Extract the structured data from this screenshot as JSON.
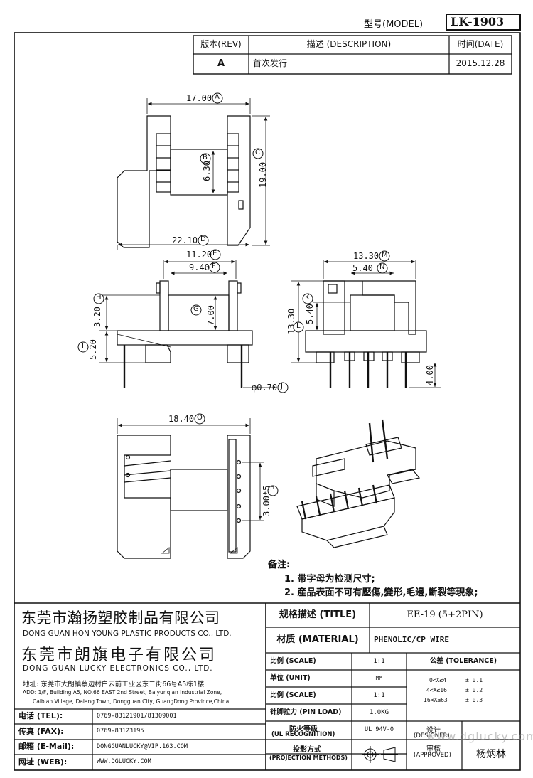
{
  "header": {
    "model_label": "型号(MODEL)",
    "model_value": "LK-1903"
  },
  "revision_table": {
    "col_rev": "版本(REV)",
    "col_desc": "描述 (DESCRIPTION)",
    "col_date": "时间(DATE)",
    "row": {
      "rev": "A",
      "desc": "首次发行",
      "date": "2015.12.28"
    }
  },
  "dimensions": {
    "A": "17.00",
    "B": "6.30",
    "C": "19.00",
    "D": "22.10",
    "E": "11.20",
    "F": "9.40",
    "G": "7.00",
    "H": "3.20",
    "I": "5.20",
    "J": "φ0.70",
    "K": "13.30",
    "L": "5.40",
    "M": "13.30",
    "N": "5.40",
    "O": "18.40",
    "P": "3.00*5",
    "pin_len": "4.00"
  },
  "dimension_letters": [
    "A",
    "B",
    "C",
    "D",
    "E",
    "F",
    "G",
    "H",
    "I",
    "J",
    "K",
    "L",
    "M",
    "N",
    "O",
    "P"
  ],
  "notes": {
    "title": "备注:",
    "line1": "1. 带字母为检测尺寸;",
    "line2": "2. 産品表面不可有壓傷,變形,毛邊,斷裂等現象;"
  },
  "company": {
    "name1_cn": "东莞市瀚扬塑胶制品有限公司",
    "name1_en": "DONG GUAN HON YOUNG PLASTIC PRODUCTS CO., LTD.",
    "name2_cn": "东莞市朗旗电子有限公司",
    "name2_en": "DONG GUAN LUCKY ELECTRONICS CO., LTD.",
    "address_cn": "地址: 东莞市大朗镇蔡边村白云前工业区东二街66号A5栋1楼",
    "address_en1": "ADD: 1/F, Building A5, NO.66 EAST 2nd Street, Baiyunqian Industrial Zone,",
    "address_en2": "Caibian Village, Dalang Town, Dongguan City, GuangDong Province,China"
  },
  "contacts": [
    {
      "label": "电话 (TEL):",
      "value": "0769-83121901/81309001"
    },
    {
      "label": "传真 (FAX):",
      "value": "0769-83123195"
    },
    {
      "label": "邮箱 (E-Mail):",
      "value": "DONGGUANLUCKY@VIP.163.COM"
    },
    {
      "label": "网址 (WEB):",
      "value": "WWW.DGLUCKY.COM"
    }
  ],
  "spec": {
    "title_label": "规格描述 (TITLE)",
    "title_value": "EE-19 (5+2PIN)",
    "material_label": "材质 (MATERIAL)",
    "material_value": "PHENOLIC/CP WIRE",
    "scale_label": "比例 (SCALE)",
    "scale_value": "1:1",
    "tolerance_label": "公差 (TOLERANCE)",
    "unit_label": "单位 (UNIT)",
    "unit_value": "MM",
    "tol1": "0<X≤4",
    "tol1v": "± 0.1",
    "tol2": "4<X≤16",
    "tol2v": "± 0.2",
    "tol3": "16<X≤63",
    "tol3v": "± 0.3",
    "scale2_label": "比例 (SCALE)",
    "scale2_value": "1:1",
    "pin_load_label": "针脚拉力 (PIN LOAD)",
    "pin_load_value": "1.0KG",
    "designer_label": "设计",
    "designer_label_en": "(DESIGNER)",
    "fire_label": "防火等级",
    "fire_label_en": "(UL RECOGNITION)",
    "fire_value": "UL 94V-0",
    "approved_label": "审核",
    "approved_label_en": "(APPROVED)",
    "approver_name": "杨炳林",
    "projection_label": "投影方式",
    "projection_label_en": "(PROJECTION METHODS)"
  },
  "watermark": "www.dglucky.com"
}
